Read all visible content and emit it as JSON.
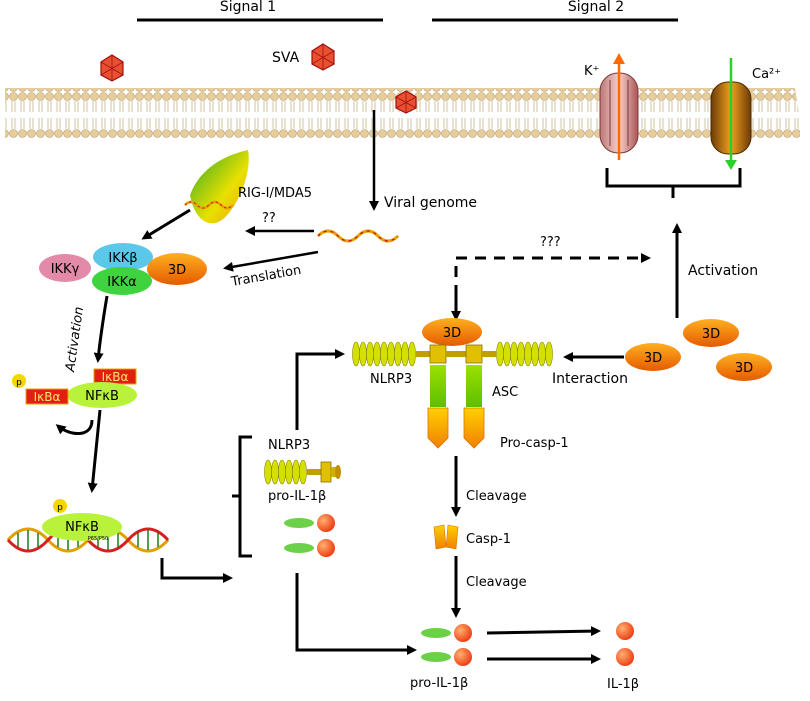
{
  "signals": {
    "signal1": "Signal 1",
    "signal2": "Signal 2"
  },
  "virus": {
    "label": "SVA"
  },
  "membrane": {
    "k_label": "K⁺",
    "ca_label": "Ca²⁺"
  },
  "labels": {
    "rig": "RIG-I/MDA5",
    "rig_unknown": "??",
    "viral_genome": "Viral genome",
    "translation": "Translation",
    "ikk_gamma": "IKKγ",
    "ikk_beta": "IKKβ",
    "ikk_alpha": "IKKα",
    "protein_3d": "3D",
    "activation_left": "Activation",
    "ikba": "IκBα",
    "ikba_free": "IκBα",
    "nfkb": "NFκB",
    "phospho": "p",
    "nfkb_dna": "NFκB",
    "nfkb_sub": "P65/P50",
    "unknown_link": "???",
    "activation_right": "Activation",
    "interaction": "Interaction",
    "nlrp3": "NLRP3",
    "asc": "ASC",
    "pro_casp1": "Pro-casp-1",
    "cleavage1": "Cleavage",
    "casp1": "Casp-1",
    "cleavage2": "Cleavage",
    "nlrp3_gene": "NLRP3",
    "pro_il1b_gene": "pro-IL-1β",
    "pro_il1b_bottom": "pro-IL-1β",
    "il1b": "IL-1β"
  },
  "colors": {
    "ikk_gamma": "#e38aa8",
    "ikk_beta": "#5bc8ea",
    "ikk_alpha": "#3fd33f",
    "protein_3d": "#f07a10",
    "nfkb": "#b9f23a",
    "ikba": "#e02010",
    "nlrp3": "#d6e000",
    "asc": "#7ed800",
    "membrane": "#e7d2a7",
    "k_arrow": "#ff6a00",
    "ca_arrow": "#2bd02b"
  }
}
